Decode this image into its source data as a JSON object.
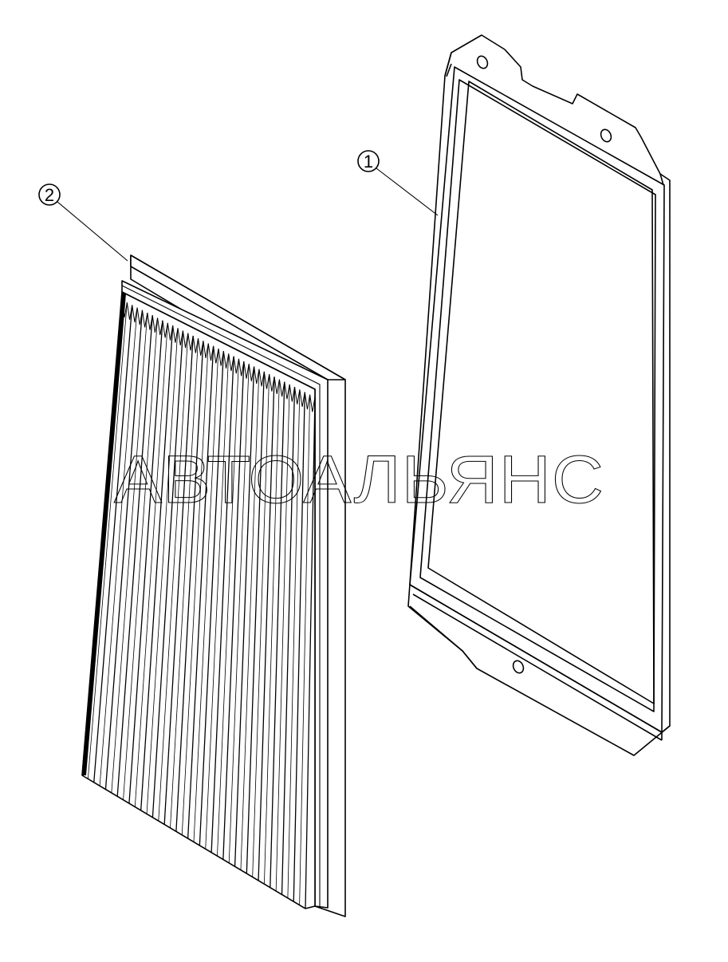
{
  "diagram": {
    "parts": [
      {
        "number": "1",
        "name": "frame"
      },
      {
        "number": "2",
        "name": "filter-element"
      }
    ],
    "watermark": "АВТОАЛЬЯНС",
    "colors": {
      "line": "#000000",
      "background": "#ffffff"
    }
  }
}
